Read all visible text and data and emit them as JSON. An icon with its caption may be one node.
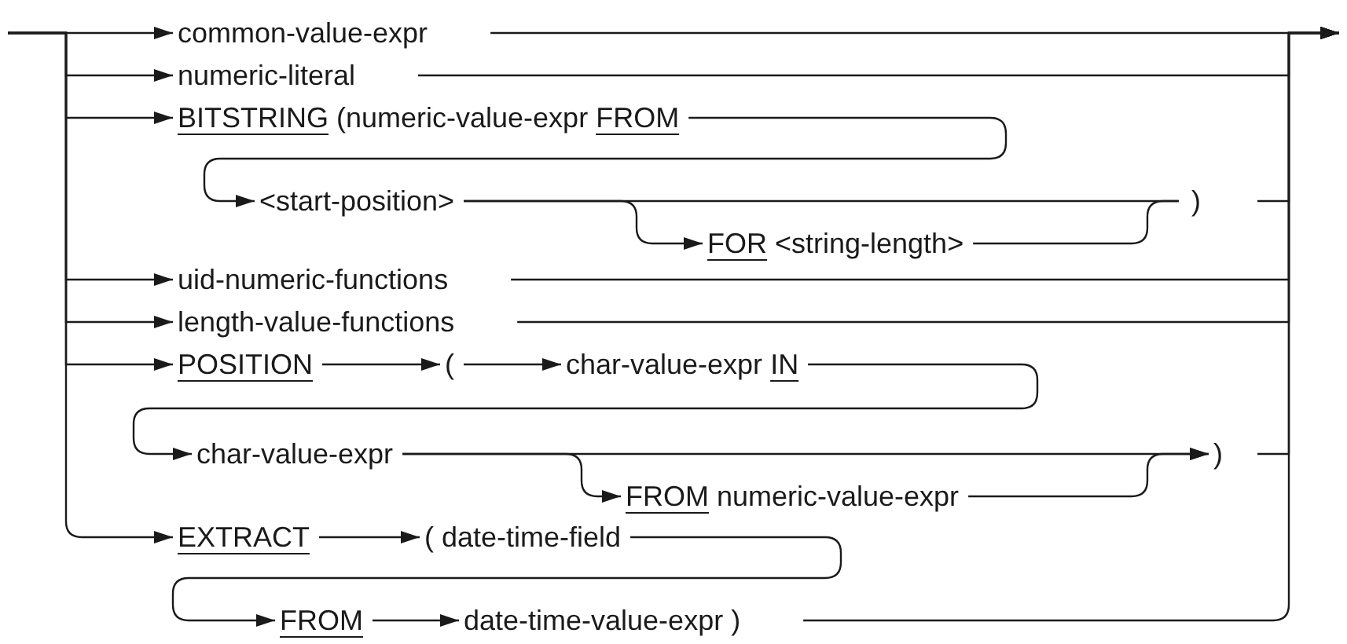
{
  "diagram": {
    "nodes": [
      {
        "text": [
          "common-value-expr"
        ]
      },
      {
        "text": [
          "numeric-literal"
        ]
      },
      {
        "text": [
          "BITSTRING",
          "(numeric-value-expr",
          "FROM"
        ]
      },
      {
        "text": [
          "<start-position>"
        ]
      },
      {
        "text": [
          "FOR",
          "<string-length>"
        ]
      },
      {
        "text": [
          ")"
        ]
      },
      {
        "text": [
          "uid-numeric-functions"
        ]
      },
      {
        "text": [
          "length-value-functions"
        ]
      },
      {
        "text": [
          "POSITION"
        ]
      },
      {
        "text": [
          "("
        ]
      },
      {
        "text": [
          "char-value-expr",
          "IN"
        ]
      },
      {
        "text": [
          "char-value-expr"
        ]
      },
      {
        "text": [
          "FROM",
          "numeric-value-expr"
        ]
      },
      {
        "text": [
          ")"
        ]
      },
      {
        "text": [
          "EXTRACT"
        ]
      },
      {
        "text": [
          "( date-time-field"
        ]
      },
      {
        "text": [
          "FROM"
        ]
      },
      {
        "text": [
          "date-time-value-expr )"
        ]
      }
    ],
    "edges": [
      {
        "from": null,
        "to": 0,
        "arrow": "to"
      },
      {
        "from": null,
        "to": 1,
        "arrow": "to"
      },
      {
        "from": null,
        "to": 2,
        "arrow": "to"
      },
      {
        "from": null,
        "to": 6,
        "arrow": "to"
      },
      {
        "from": null,
        "to": 7,
        "arrow": "to"
      },
      {
        "from": null,
        "to": 8,
        "arrow": "to"
      },
      {
        "from": null,
        "to": 14,
        "arrow": "to"
      },
      {
        "from": 0,
        "to": null,
        "arrow": "to"
      },
      {
        "from": 1,
        "to": null,
        "arrow": "to"
      },
      {
        "from": 5,
        "to": null,
        "arrow": "to"
      },
      {
        "from": 6,
        "to": null,
        "arrow": "to"
      },
      {
        "from": 7,
        "to": null,
        "arrow": "to"
      },
      {
        "from": 13,
        "to": null,
        "arrow": "to"
      },
      {
        "from": 17,
        "to": null,
        "arrow": "to"
      },
      {
        "from": 2,
        "to": 3,
        "arrow": "to"
      },
      {
        "from": 3,
        "to": 5,
        "arrow": "none"
      },
      {
        "from": 3,
        "to": 4,
        "arrow": "to"
      },
      {
        "from": 4,
        "to": 5,
        "arrow": "none"
      },
      {
        "from": 8,
        "to": 9,
        "arrow": "to"
      },
      {
        "from": 9,
        "to": 10,
        "arrow": "to"
      },
      {
        "from": 10,
        "to": 11,
        "arrow": "to"
      },
      {
        "from": 11,
        "to": 13,
        "arrow": "to"
      },
      {
        "from": 11,
        "to": 12,
        "arrow": "to"
      },
      {
        "from": 12,
        "to": 13,
        "arrow": "to"
      },
      {
        "from": 14,
        "to": 15,
        "arrow": "to"
      },
      {
        "from": 15,
        "to": 16,
        "arrow": "to"
      },
      {
        "from": 16,
        "to": 17,
        "arrow": "to"
      }
    ]
  }
}
